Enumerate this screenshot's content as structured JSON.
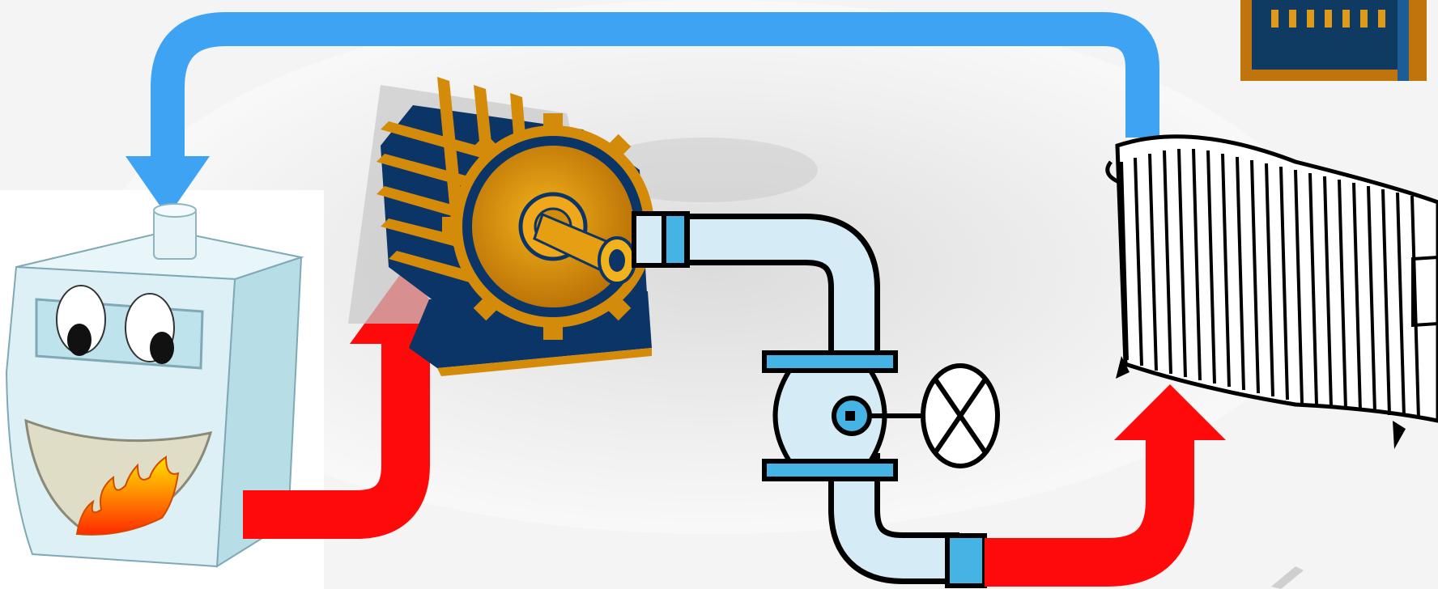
{
  "diagram": {
    "components": [
      "boiler",
      "pump-motor",
      "pipe-valve",
      "radiator",
      "control-panel"
    ],
    "flows": [
      {
        "name": "return-flow",
        "color": "#3fa3f4"
      },
      {
        "name": "supply-flow-boiler-to-pump",
        "color": "#ff0a0a"
      },
      {
        "name": "supply-flow-to-radiator",
        "color": "#ff0a0a"
      }
    ]
  },
  "colors": {
    "return_flow": "#3fa3f4",
    "supply_flow": "#ff0a0a",
    "pipe_fill": "#d5ecf6",
    "pipe_accent": "#45b3e3",
    "motor_gold": "#d48b0a",
    "motor_navy": "#0b3566",
    "boiler_body": "#dcf0f5",
    "background": "#ffffff"
  },
  "icons": [
    "boiler-icon",
    "motor-icon",
    "valve-icon",
    "radiator-icon",
    "control-panel-icon"
  ]
}
